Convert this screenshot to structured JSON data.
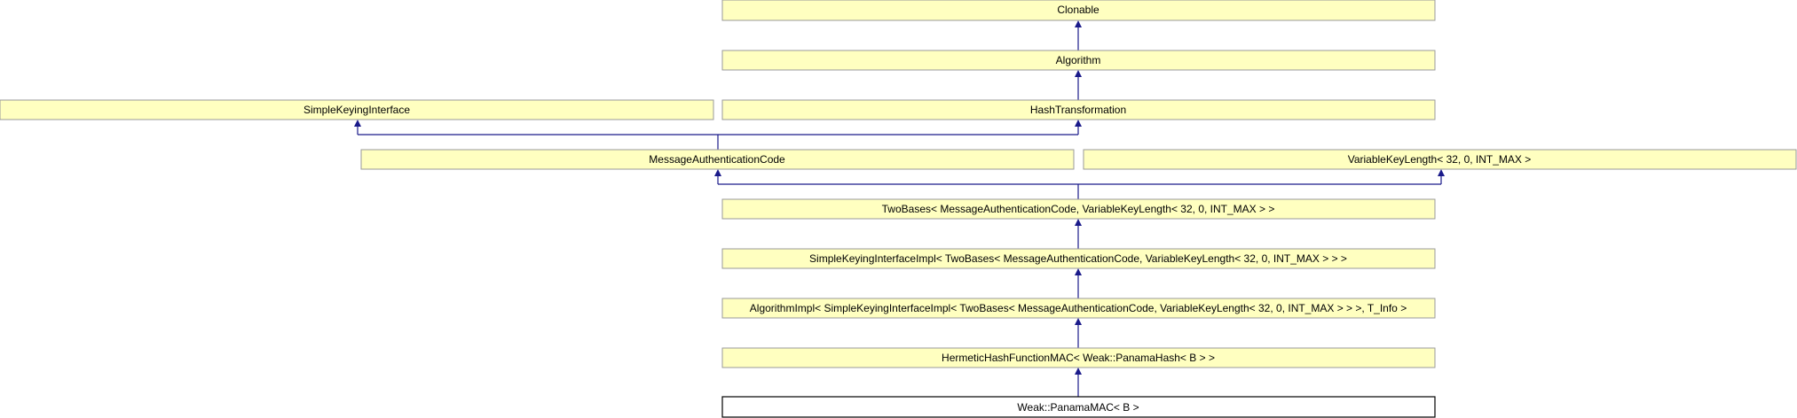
{
  "diagram": {
    "type": "inheritance-graph",
    "nodes": [
      {
        "id": "clonable",
        "label": "Clonable"
      },
      {
        "id": "algorithm",
        "label": "Algorithm"
      },
      {
        "id": "simple-keying-interface",
        "label": "SimpleKeyingInterface"
      },
      {
        "id": "hash-transformation",
        "label": "HashTransformation"
      },
      {
        "id": "message-authentication-code",
        "label": "MessageAuthenticationCode"
      },
      {
        "id": "variable-key-length",
        "label": "VariableKeyLength< 32, 0, INT_MAX >"
      },
      {
        "id": "two-bases",
        "label": "TwoBases< MessageAuthenticationCode, VariableKeyLength< 32, 0, INT_MAX > >"
      },
      {
        "id": "simple-keying-interface-impl",
        "label": "SimpleKeyingInterfaceImpl< TwoBases< MessageAuthenticationCode, VariableKeyLength< 32, 0, INT_MAX > > >"
      },
      {
        "id": "algorithm-impl",
        "label": "AlgorithmImpl< SimpleKeyingInterfaceImpl< TwoBases< MessageAuthenticationCode, VariableKeyLength< 32, 0, INT_MAX > > >, T_Info >"
      },
      {
        "id": "hermetic-hash-function-mac",
        "label": "HermeticHashFunctionMAC< Weak::PanamaHash< B > >"
      },
      {
        "id": "weak-panama-mac",
        "label": "Weak::PanamaMAC< B >",
        "current": true
      }
    ],
    "edges": [
      {
        "from": "algorithm",
        "to": "clonable"
      },
      {
        "from": "hash-transformation",
        "to": "algorithm"
      },
      {
        "from": "message-authentication-code",
        "to": "simple-keying-interface"
      },
      {
        "from": "message-authentication-code",
        "to": "hash-transformation"
      },
      {
        "from": "two-bases",
        "to": "message-authentication-code"
      },
      {
        "from": "two-bases",
        "to": "variable-key-length"
      },
      {
        "from": "simple-keying-interface-impl",
        "to": "two-bases"
      },
      {
        "from": "algorithm-impl",
        "to": "simple-keying-interface-impl"
      },
      {
        "from": "hermetic-hash-function-mac",
        "to": "algorithm-impl"
      },
      {
        "from": "weak-panama-mac",
        "to": "hermetic-hash-function-mac"
      }
    ]
  }
}
